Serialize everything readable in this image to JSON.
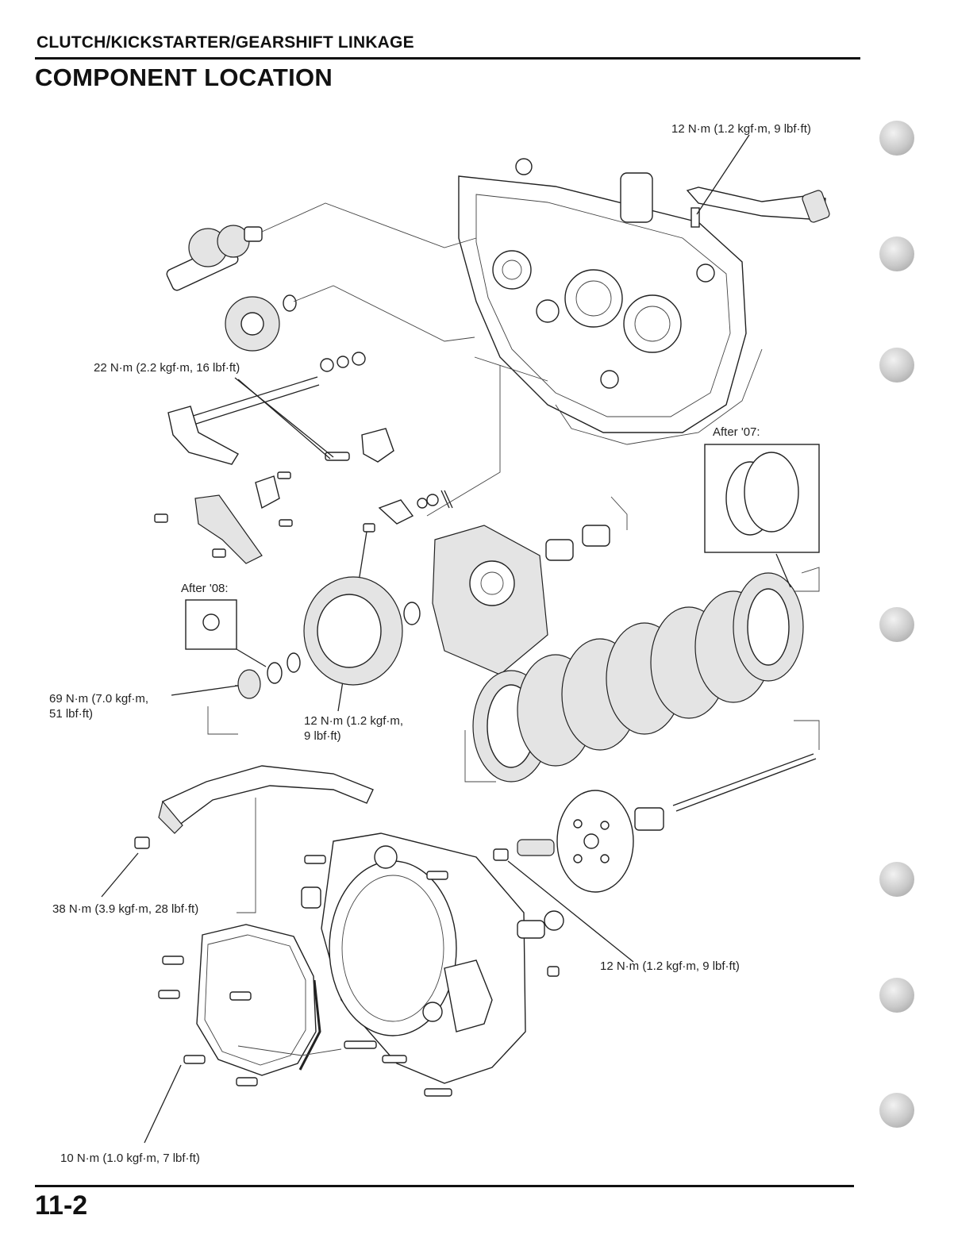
{
  "header": {
    "section": "CLUTCH/KICKSTARTER/GEARSHIFT LINKAGE",
    "title": "COMPONENT LOCATION"
  },
  "footer": {
    "page_number": "11-2"
  },
  "callouts": {
    "torque_shift_pedal": "12 N·m (1.2 kgf·m, 9 lbf·ft)",
    "torque_drum_stopper": "22 N·m (2.2 kgf·m, 16 lbf·ft)",
    "version_after_07": "After '07:",
    "version_after_08": "After '08:",
    "torque_clutch_nut_line1": "69 N·m (7.0 kgf·m,",
    "torque_clutch_nut_line2": "51 lbf·ft)",
    "torque_shift_arm_line1": "12 N·m (1.2 kgf·m,",
    "torque_shift_arm_line2": "9 lbf·ft)",
    "torque_kickstarter": "38 N·m (3.9 kgf·m, 28 lbf·ft)",
    "torque_clutch_spring": "12 N·m (1.2 kgf·m, 9 lbf·ft)",
    "torque_clutch_cover": "10 N·m (1.0 kgf·m, 7 lbf·ft)"
  },
  "thumb_tabs": 7
}
